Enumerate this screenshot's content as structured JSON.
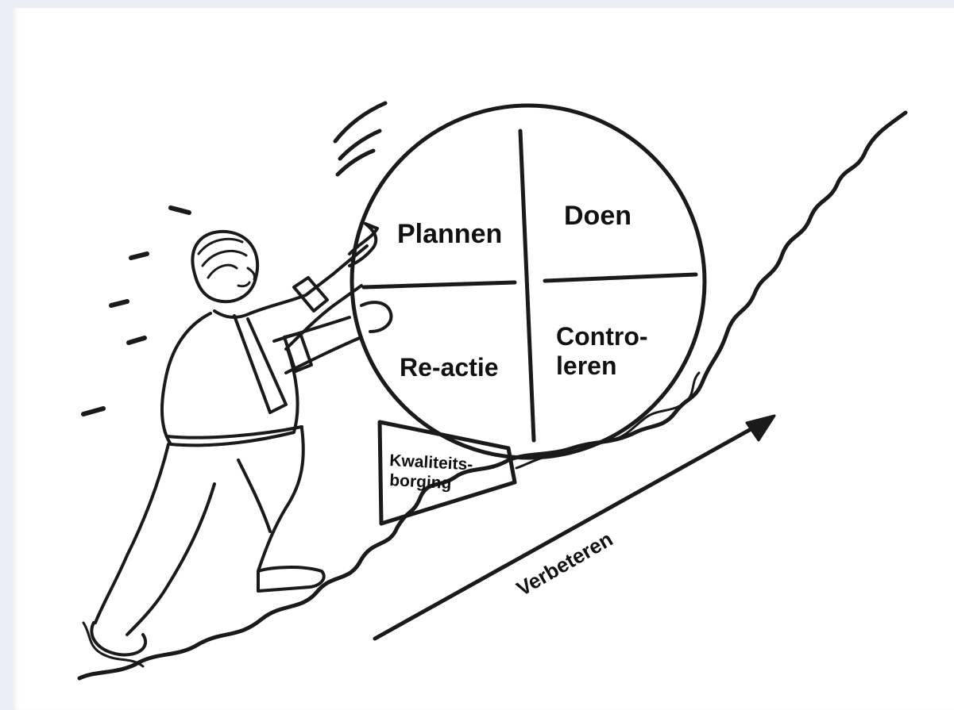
{
  "diagram": {
    "quadrants": {
      "plan": "Plannen",
      "do": "Doen",
      "check_line1": "Contro-",
      "check_line2": "leren",
      "act": "Re-actie"
    },
    "wedge_line1": "Kwaliteits-",
    "wedge_line2": "borging",
    "arrow_label": "Verbeteren"
  }
}
